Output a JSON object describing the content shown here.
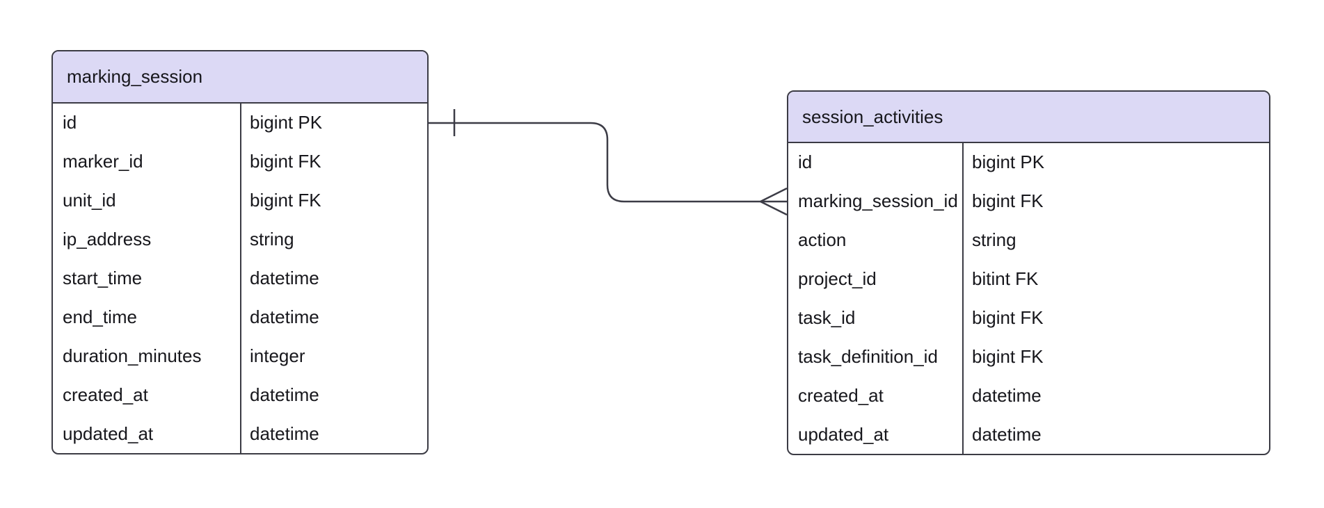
{
  "diagram": {
    "background_color": "#ffffff",
    "header_fill_color": "#dcd9f5",
    "border_color": "#3b3b44",
    "line_color": "#3c3c46",
    "text_color": "#17171c",
    "tables": [
      {
        "name": "marking_session",
        "rows": [
          {
            "name": "id",
            "type": "bigint PK"
          },
          {
            "name": "marker_id",
            "type": "bigint FK"
          },
          {
            "name": "unit_id",
            "type": "bigint FK"
          },
          {
            "name": "ip_address",
            "type": "string"
          },
          {
            "name": "start_time",
            "type": "datetime"
          },
          {
            "name": "end_time",
            "type": "datetime"
          },
          {
            "name": "duration_minutes",
            "type": "integer"
          },
          {
            "name": "created_at",
            "type": "datetime"
          },
          {
            "name": "updated_at",
            "type": "datetime"
          }
        ]
      },
      {
        "name": "session_activities",
        "rows": [
          {
            "name": "id",
            "type": "bigint PK"
          },
          {
            "name": "marking_session_id",
            "type": "bigint FK"
          },
          {
            "name": "action",
            "type": "string"
          },
          {
            "name": "project_id",
            "type": "bitint FK"
          },
          {
            "name": "task_id",
            "type": "bigint FK"
          },
          {
            "name": "task_definition_id",
            "type": "bigint FK"
          },
          {
            "name": "created_at",
            "type": "datetime"
          },
          {
            "name": "updated_at",
            "type": "datetime"
          }
        ]
      }
    ],
    "relationship": {
      "from_table": "marking_session",
      "from_column": "id",
      "to_table": "session_activities",
      "to_column": "marking_session_id",
      "cardinality": "one-to-many"
    }
  }
}
